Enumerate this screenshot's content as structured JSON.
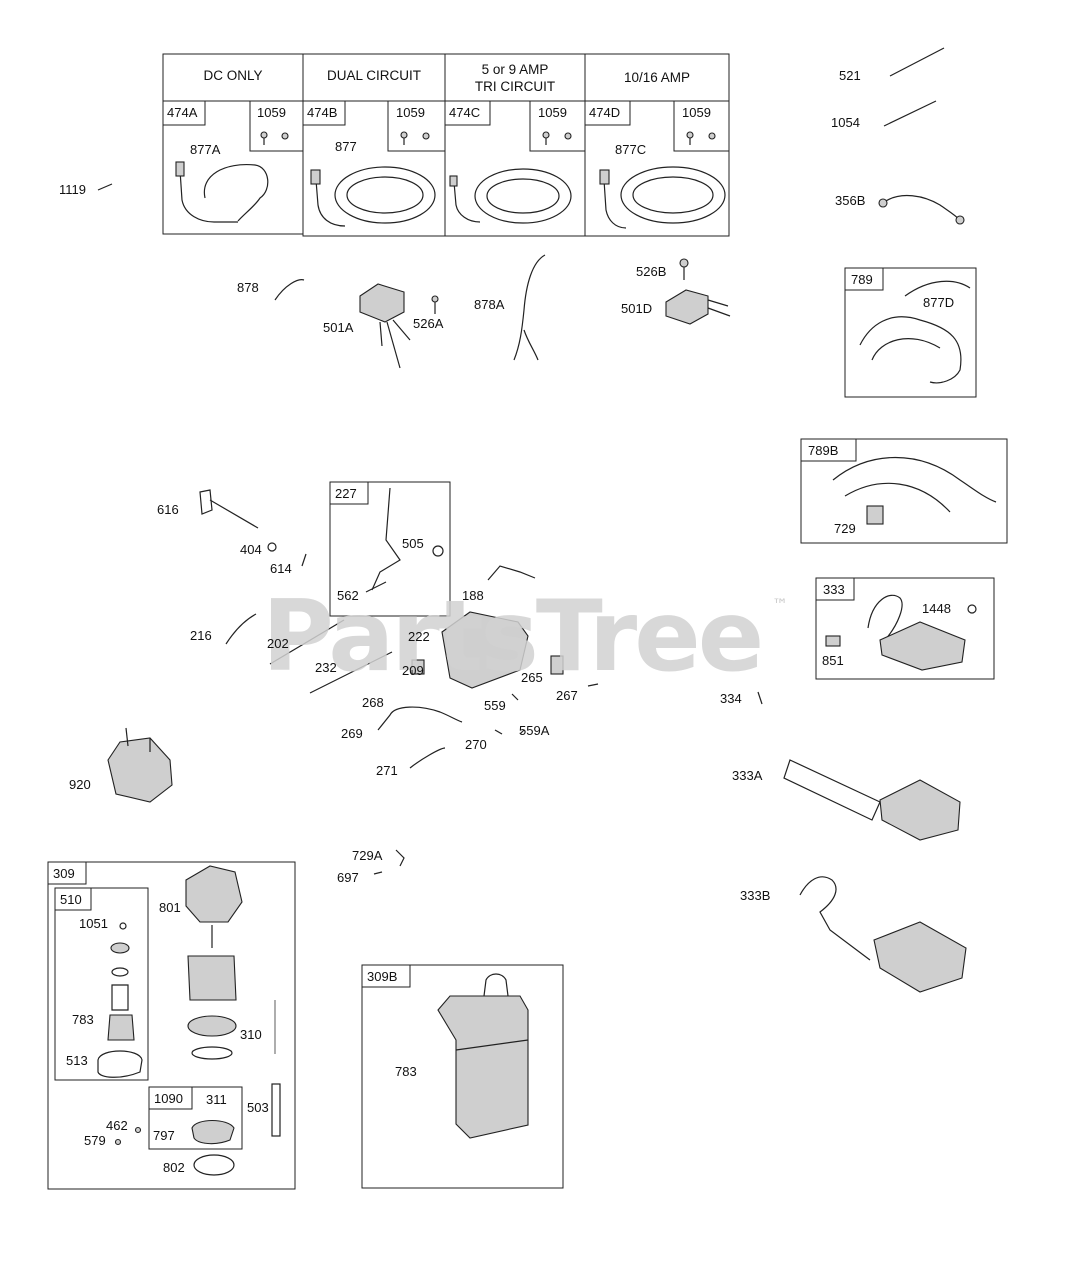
{
  "watermark": {
    "text": "PartsTree",
    "mark": "™"
  },
  "headers": {
    "dc_only": "DC ONLY",
    "dual_circuit": "DUAL CIRCUIT",
    "tri_line1": "5  or  9  AMP",
    "tri_line2": "TRI CIRCUIT",
    "amp_1016": "10/16 AMP"
  },
  "box_labels": {
    "b474A": "474A",
    "b474B": "474B",
    "b474C": "474C",
    "b474D": "474D",
    "b1059a": "1059",
    "b1059b": "1059",
    "b1059c": "1059",
    "b1059d": "1059",
    "b789": "789",
    "b789B": "789B",
    "b333": "333",
    "b227": "227",
    "b309": "309",
    "b510": "510",
    "b1090": "1090",
    "b309B": "309B"
  },
  "parts": {
    "p1119": "1119",
    "p877A": "877A",
    "p877": "877",
    "p877C": "877C",
    "p521": "521",
    "p1054": "1054",
    "p356B": "356B",
    "p878": "878",
    "p501A": "501A",
    "p526A": "526A",
    "p878A": "878A",
    "p526B": "526B",
    "p501D": "501D",
    "p877D": "877D",
    "p729": "729",
    "p616": "616",
    "p404": "404",
    "p614": "614",
    "p505": "505",
    "p562": "562",
    "p188": "188",
    "p1448": "1448",
    "p851": "851",
    "p216": "216",
    "p202": "202",
    "p222": "222",
    "p232": "232",
    "p209": "209",
    "p265": "265",
    "p267": "267",
    "p334": "334",
    "p268": "268",
    "p559": "559",
    "p269": "269",
    "p559A": "559A",
    "p270": "270",
    "p271": "271",
    "p920": "920",
    "p333A": "333A",
    "p729A": "729A",
    "p697": "697",
    "p333B": "333B",
    "p801": "801",
    "p1051": "1051",
    "p310": "310",
    "p783a": "783",
    "p513": "513",
    "p503": "503",
    "p311": "311",
    "p462": "462",
    "p579": "579",
    "p797": "797",
    "p802": "802",
    "p783b": "783"
  }
}
